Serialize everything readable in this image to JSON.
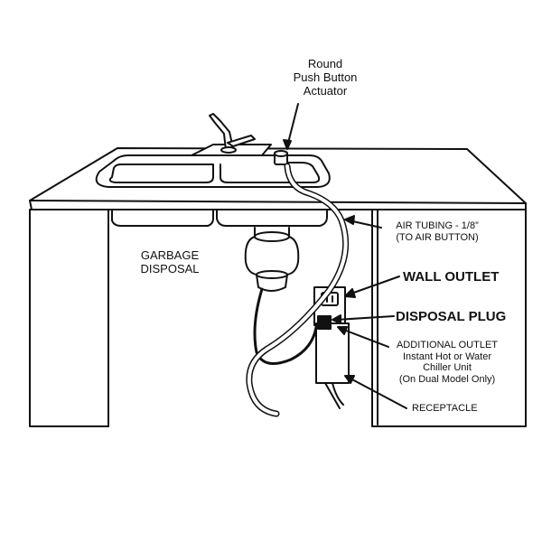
{
  "labels": {
    "actuator": [
      "Round",
      "Push Button",
      "Actuator"
    ],
    "air_tubing": [
      "AIR TUBING - 1/8”",
      "(TO AIR BUTTON)"
    ],
    "garbage_disposal": [
      "GARBAGE",
      "DISPOSAL"
    ],
    "wall_outlet": "WALL OUTLET",
    "disposal_plug": "DISPOSAL PLUG",
    "additional_outlet": [
      "ADDITIONAL OUTLET",
      "Instant Hot or Water",
      "Chiller Unit",
      "(On Dual Model Only)"
    ],
    "receptacle": "RECEPTACLE"
  },
  "colors": {
    "line": "#111111",
    "tube": "#ffffff",
    "plug": "#111111"
  }
}
